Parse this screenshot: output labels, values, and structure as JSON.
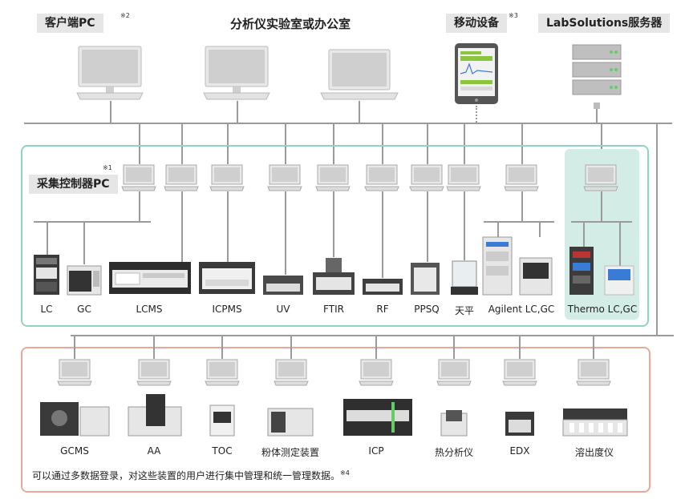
{
  "top": {
    "client_label": "客户端PC",
    "client_note": "※2",
    "center_title": "分析仪实验室或办公室",
    "mobile_label": "移动设备",
    "mobile_note": "※3",
    "server_label": "LabSolutions服务器"
  },
  "controller": {
    "label": "采集控制器PC",
    "note": "※1"
  },
  "instruments_top": [
    "LC",
    "GC",
    "LCMS",
    "ICPMS",
    "UV",
    "FTIR",
    "RF",
    "PPSQ",
    "天平",
    "Agilent LC,GC",
    "Thermo LC,GC"
  ],
  "instruments_bottom": [
    "GCMS",
    "AA",
    "TOC",
    "粉体测定装置",
    "ICP",
    "热分析仪",
    "EDX",
    "溶出度仪"
  ],
  "footer": {
    "text": "可以通过多数据登录，对这些装置的用户进行集中管理和统一管理数据。",
    "note": "※4"
  },
  "colors": {
    "group_border_green": "#8fd3c0",
    "group_border_red": "#e9a99a",
    "thermo_highlight": "#d3ece6",
    "tag_bg": "#e6e6e6",
    "line": "#9a9a9a"
  }
}
